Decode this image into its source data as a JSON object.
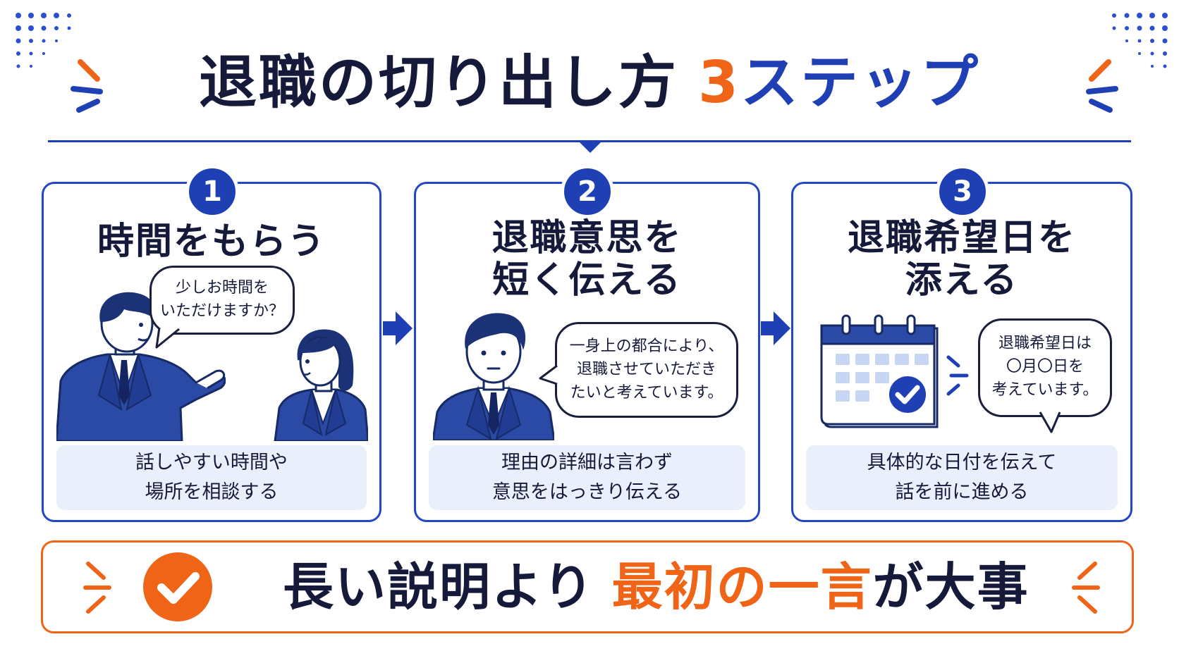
{
  "title": {
    "main": "退職の切り出し方",
    "number": "3",
    "suffix": "ステップ"
  },
  "steps": [
    {
      "number": "1",
      "title_lines": [
        "時間をもらう"
      ],
      "speech_lines": [
        "少しお時間を",
        "いただけますか？"
      ],
      "caption_lines": [
        "話しやすい時間や",
        "場所を相談する"
      ]
    },
    {
      "number": "2",
      "title_lines": [
        "退職意思を",
        "短く伝える"
      ],
      "speech_lines": [
        "一身上の都合により、",
        "退職させていただき",
        "たいと考えています。"
      ],
      "caption_lines": [
        "理由の詳細は言わず",
        "意思をはっきり伝える"
      ]
    },
    {
      "number": "3",
      "title_lines": [
        "退職希望日を",
        "添える"
      ],
      "speech_lines": [
        "退職希望日は",
        "〇月〇日を",
        "考えています。"
      ],
      "caption_lines": [
        "具体的な日付を伝えて",
        "話を前に進める"
      ]
    }
  ],
  "banner": {
    "lead": "長い説明より",
    "highlight": "最初の一言",
    "tail": "が大事"
  },
  "colors": {
    "primary_blue": "#1f3fb5",
    "accent_orange": "#f06418",
    "caption_bg": "#e9f0fb",
    "text_dark": "#161a3a"
  },
  "icons": {
    "step_arrow": "arrow-right-icon",
    "banner_check": "check-circle-icon",
    "calendar": "calendar-check-icon"
  }
}
